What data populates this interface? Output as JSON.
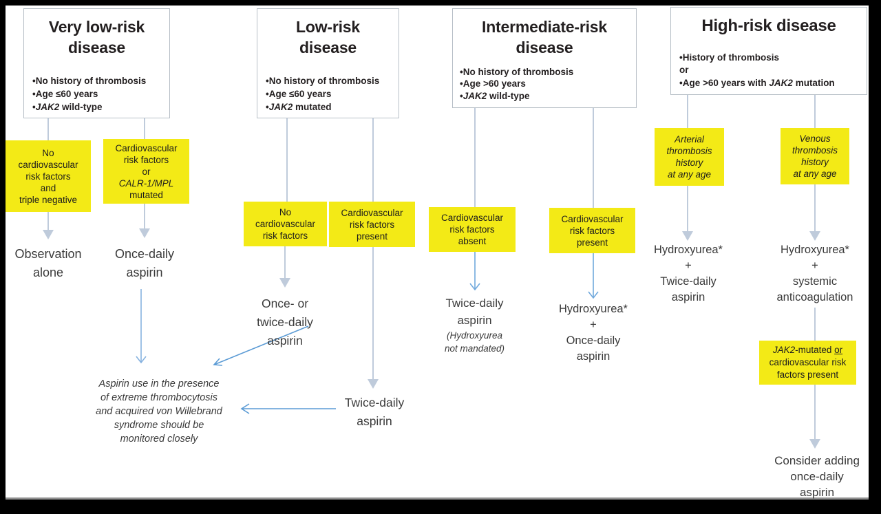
{
  "palette": {
    "yellow": "#F3EA16",
    "pale": "#BFCBDB",
    "border": "#B6BEC6",
    "blue": "#5B9BD5",
    "midblue": "#6FA8DC",
    "lightblue": "#86B2DF"
  },
  "columns": [
    {
      "title_lines": [
        "Very low-risk",
        "disease"
      ],
      "bullets": [
        "•No history of thrombosis",
        "•Age ≤60 years",
        [
          {
            "t": "•"
          },
          {
            "t": "JAK2",
            "s": "i"
          },
          {
            "t": " wild-type"
          }
        ]
      ],
      "decisions": [
        {
          "lines": [
            "No",
            "cardiovascular",
            "risk factors",
            "and",
            "triple negative"
          ]
        },
        {
          "lines": [
            "Cardiovascular",
            "risk factors",
            "or",
            [
              {
                "t": "CALR-1/MPL",
                "s": "i"
              }
            ],
            "mutated"
          ]
        }
      ],
      "outcomes": [
        {
          "lines": [
            "Observation",
            "alone"
          ]
        },
        {
          "lines": [
            "Once-daily",
            "aspirin"
          ]
        }
      ]
    },
    {
      "title_lines": [
        "Low-risk",
        "disease"
      ],
      "bullets": [
        "•No history of thrombosis",
        "•Age ≤60 years",
        [
          {
            "t": "•"
          },
          {
            "t": "JAK2",
            "s": "i"
          },
          {
            "t": " mutated"
          }
        ]
      ],
      "decisions": [
        {
          "lines": [
            "No",
            "cardiovascular",
            "risk factors"
          ]
        },
        {
          "lines": [
            "Cardiovascular",
            "risk factors",
            "present"
          ]
        }
      ],
      "outcomes": [
        {
          "lines": [
            "Once- or",
            "twice-daily",
            "aspirin"
          ]
        },
        {
          "lines": [
            "Twice-daily",
            "aspirin"
          ]
        }
      ]
    },
    {
      "title_lines": [
        "Intermediate-risk",
        "disease"
      ],
      "bullets": [
        "•No history of thrombosis",
        "•Age >60 years",
        [
          {
            "t": "•"
          },
          {
            "t": "JAK2",
            "s": "i"
          },
          {
            "t": " wild-type"
          }
        ]
      ],
      "decisions": [
        {
          "lines": [
            "Cardiovascular",
            "risk factors",
            "absent"
          ]
        },
        {
          "lines": [
            "Cardiovascular",
            "risk factors",
            "present"
          ]
        }
      ],
      "outcomes": [
        {
          "lines": [
            "Twice-daily",
            "aspirin"
          ],
          "sub": [
            "(Hydroxyurea",
            "not mandated)"
          ]
        },
        {
          "lines": [
            "Hydroxyurea*",
            "+",
            "Once-daily",
            "aspirin"
          ]
        }
      ]
    },
    {
      "title_lines": [
        "High-risk disease"
      ],
      "bullets": [
        "•History of thrombosis",
        "or",
        [
          {
            "t": "•Age >60 years with "
          },
          {
            "t": "JAK2",
            "s": "i"
          },
          {
            "t": " mutation"
          }
        ]
      ],
      "decisions": [
        {
          "lines": [
            "Arterial",
            "thrombosis",
            "history",
            "at any age"
          ]
        },
        {
          "lines": [
            "Venous",
            "thrombosis",
            "history",
            "at any age"
          ]
        },
        {
          "lines": [
            [
              {
                "t": "JAK2",
                "s": "i"
              },
              {
                "t": "-mutated "
              },
              {
                "t": "or",
                "s": "u"
              }
            ],
            "cardiovascular risk",
            "factors present"
          ]
        }
      ],
      "outcomes": [
        {
          "lines": [
            "Hydroxyurea*",
            "+",
            "Twice-daily",
            "aspirin"
          ]
        },
        {
          "lines": [
            "Hydroxyurea*",
            "+",
            "systemic",
            "anticoagulation"
          ]
        },
        {
          "lines": [
            "Consider adding",
            "once-daily",
            "aspirin"
          ]
        }
      ]
    }
  ],
  "note": {
    "lines": [
      "Aspirin use in the presence",
      "of extreme thrombocytosis",
      "and acquired von Willebrand",
      "syndrome should be",
      "monitored closely"
    ]
  }
}
